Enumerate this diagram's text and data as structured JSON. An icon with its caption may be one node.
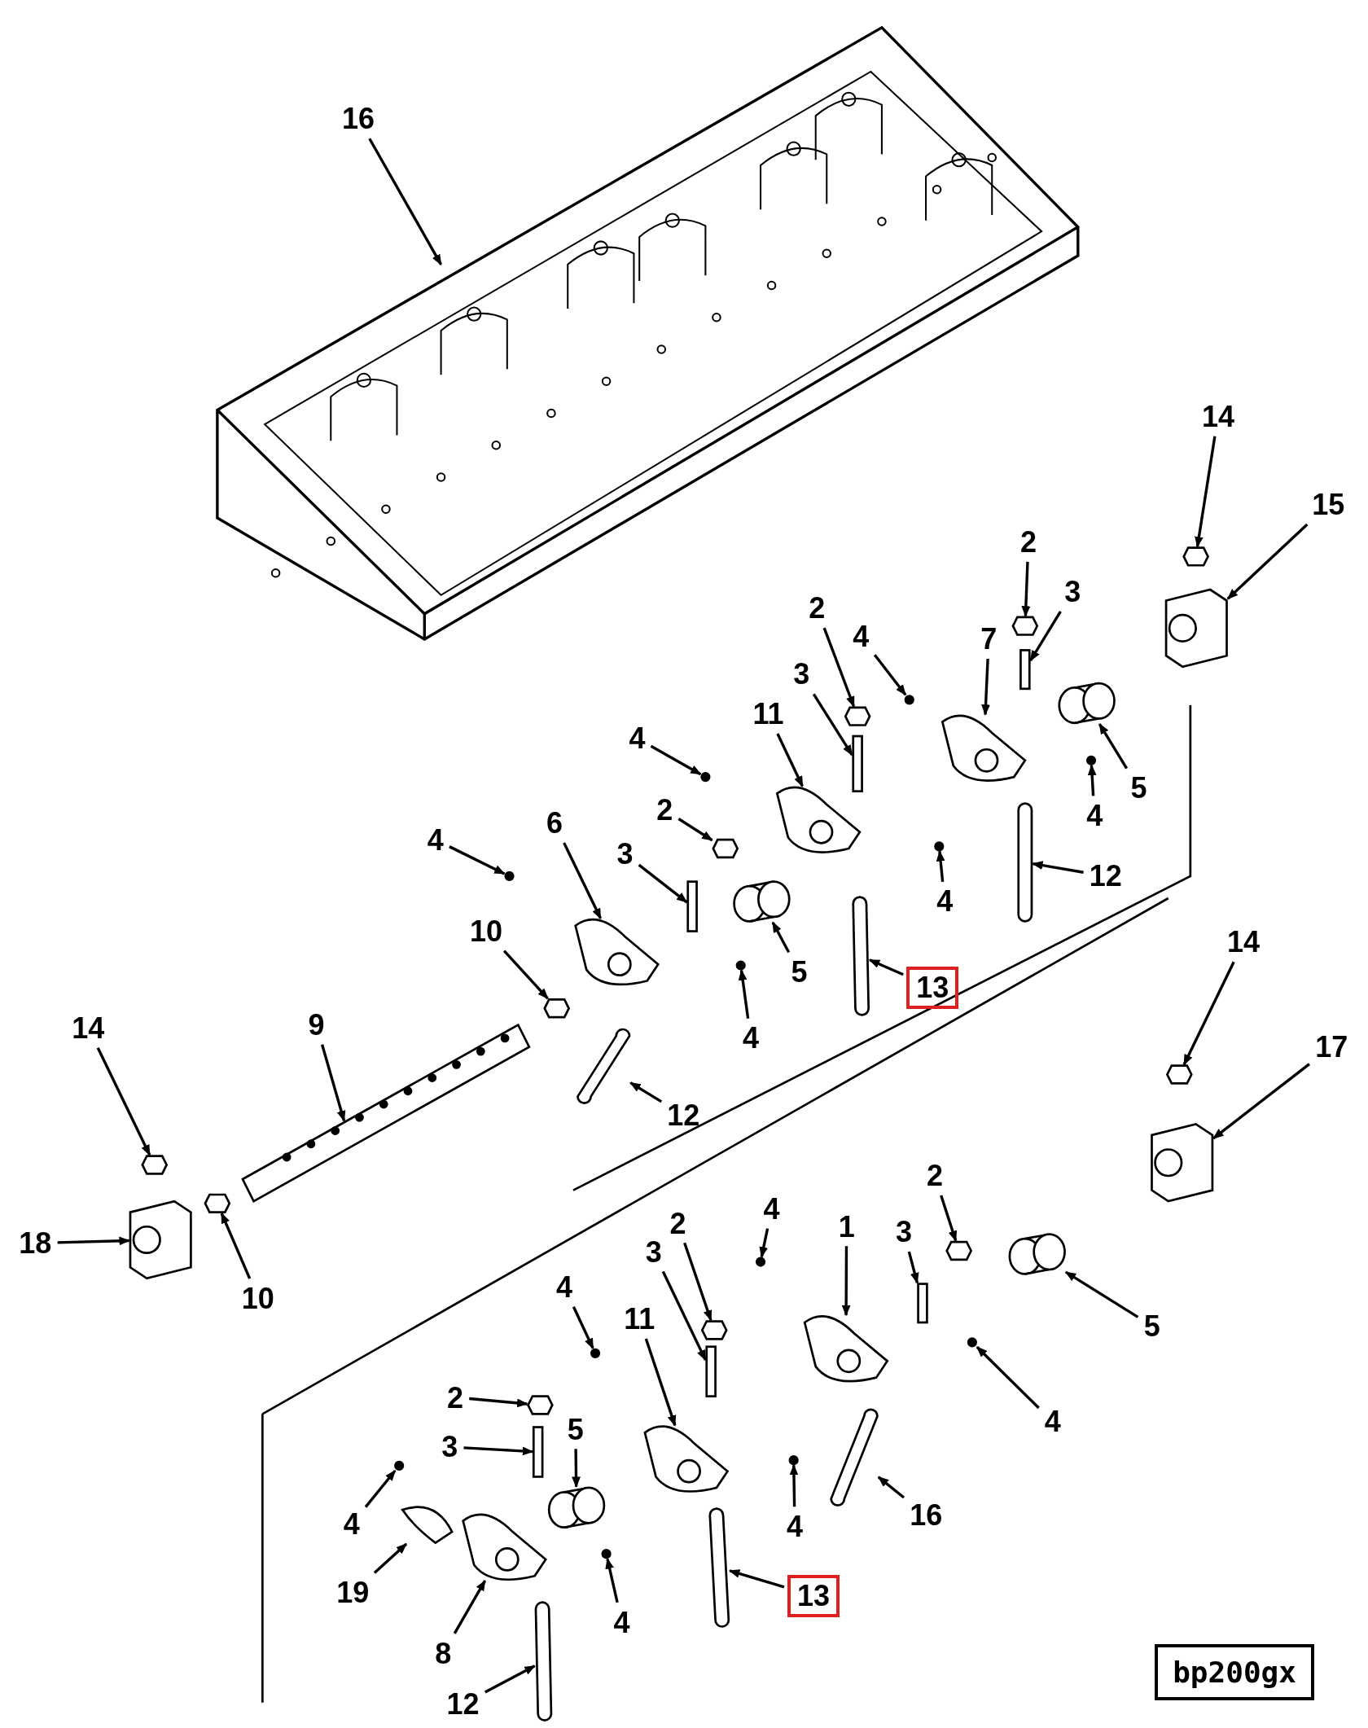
{
  "diagram": {
    "nodes": [
      {
        "text": [
          "16"
        ]
      },
      {
        "text": [
          "14"
        ]
      },
      {
        "text": [
          "15"
        ]
      },
      {
        "text": [
          "2"
        ]
      },
      {
        "text": [
          "3"
        ]
      },
      {
        "text": [
          "7"
        ]
      },
      {
        "text": [
          "2"
        ]
      },
      {
        "text": [
          "4"
        ]
      },
      {
        "text": [
          "3"
        ]
      },
      {
        "text": [
          "11"
        ]
      },
      {
        "text": [
          "4"
        ]
      },
      {
        "text": [
          "5"
        ]
      },
      {
        "text": [
          "4"
        ]
      },
      {
        "text": [
          "2"
        ]
      },
      {
        "text": [
          "6"
        ]
      },
      {
        "text": [
          "4"
        ]
      },
      {
        "text": [
          "3"
        ]
      },
      {
        "text": [
          "4"
        ]
      },
      {
        "text": [
          "12"
        ]
      },
      {
        "text": [
          "5"
        ]
      },
      {
        "text": [
          "13"
        ]
      },
      {
        "text": [
          "10"
        ]
      },
      {
        "text": [
          "4"
        ]
      },
      {
        "text": [
          "14"
        ]
      },
      {
        "text": [
          "17"
        ]
      },
      {
        "text": [
          "14"
        ]
      },
      {
        "text": [
          "9"
        ]
      },
      {
        "text": [
          "12"
        ]
      },
      {
        "text": [
          "18"
        ]
      },
      {
        "text": [
          "10"
        ]
      },
      {
        "text": [
          "2"
        ]
      },
      {
        "text": [
          "4"
        ]
      },
      {
        "text": [
          "1"
        ]
      },
      {
        "text": [
          "3"
        ]
      },
      {
        "text": [
          "2"
        ]
      },
      {
        "text": [
          "3"
        ]
      },
      {
        "text": [
          "4"
        ]
      },
      {
        "text": [
          "11"
        ]
      },
      {
        "text": [
          "5"
        ]
      },
      {
        "text": [
          "4"
        ]
      },
      {
        "text": [
          "2"
        ]
      },
      {
        "text": [
          "3"
        ]
      },
      {
        "text": [
          "5"
        ]
      },
      {
        "text": [
          "4"
        ]
      },
      {
        "text": [
          "4"
        ]
      },
      {
        "text": [
          "16"
        ]
      },
      {
        "text": [
          "19"
        ]
      },
      {
        "text": [
          "13"
        ]
      },
      {
        "text": [
          "4"
        ]
      },
      {
        "text": [
          "8"
        ]
      },
      {
        "text": [
          "12"
        ]
      },
      {
        "text": [],
        "shape": "picture"
      },
      {
        "text": [],
        "shape": "hexagon"
      },
      {
        "text": [],
        "shape": "picture"
      },
      {
        "text": [],
        "shape": "hexagon"
      },
      {
        "text": [],
        "shape": "bar"
      },
      {
        "text": [],
        "shape": "picture"
      },
      {
        "text": [],
        "shape": "hexagon"
      },
      {
        "text": [],
        "shape": "circle"
      },
      {
        "text": [],
        "shape": "bar"
      },
      {
        "text": [],
        "shape": "picture"
      },
      {
        "text": [],
        "shape": "circle"
      },
      {
        "text": [],
        "shape": "cylinder"
      },
      {
        "text": [],
        "shape": "circle"
      },
      {
        "text": [],
        "shape": "hexagon"
      },
      {
        "text": [],
        "shape": "picture"
      },
      {
        "text": [],
        "shape": "circle"
      },
      {
        "text": [],
        "shape": "bar"
      },
      {
        "text": [],
        "shape": "circle"
      },
      {
        "text": [],
        "shape": "bar"
      },
      {
        "text": [],
        "shape": "cylinder"
      },
      {
        "text": [],
        "shape": "bar"
      },
      {
        "text": [],
        "shape": "hexagon"
      },
      {
        "text": [],
        "shape": "circle"
      },
      {
        "text": [],
        "shape": "hexagon"
      },
      {
        "text": [],
        "shape": "picture"
      },
      {
        "text": [],
        "shape": "hexagon"
      },
      {
        "text": [],
        "shape": "picture"
      },
      {
        "text": [],
        "shape": "bar"
      },
      {
        "text": [],
        "shape": "picture"
      },
      {
        "text": [],
        "shape": "hexagon"
      },
      {
        "text": [],
        "shape": "hexagon"
      },
      {
        "text": [],
        "shape": "circle"
      },
      {
        "text": [],
        "shape": "picture"
      },
      {
        "text": [],
        "shape": "bar"
      },
      {
        "text": [],
        "shape": "hexagon"
      },
      {
        "text": [],
        "shape": "bar"
      },
      {
        "text": [],
        "shape": "circle"
      },
      {
        "text": [],
        "shape": "picture"
      },
      {
        "text": [],
        "shape": "cylinder"
      },
      {
        "text": [],
        "shape": "circle"
      },
      {
        "text": [],
        "shape": "hexagon"
      },
      {
        "text": [],
        "shape": "bar"
      },
      {
        "text": [],
        "shape": "cylinder"
      },
      {
        "text": [],
        "shape": "circle"
      },
      {
        "text": [],
        "shape": "circle"
      },
      {
        "text": [],
        "shape": "bar"
      },
      {
        "text": [],
        "shape": "picture"
      },
      {
        "text": [],
        "shape": "bar"
      },
      {
        "text": [],
        "shape": "circle"
      },
      {
        "text": [],
        "shape": "picture"
      },
      {
        "text": [],
        "shape": "bar"
      }
    ],
    "edges": [
      {
        "from": 0,
        "to": 51,
        "arrow": "to"
      },
      {
        "from": 1,
        "to": 52,
        "arrow": "to"
      },
      {
        "from": 2,
        "to": 53,
        "arrow": "to"
      },
      {
        "from": 3,
        "to": 54,
        "arrow": "to"
      },
      {
        "from": 4,
        "to": 55,
        "arrow": "to"
      },
      {
        "from": 5,
        "to": 56,
        "arrow": "to"
      },
      {
        "from": 6,
        "to": 57,
        "arrow": "to"
      },
      {
        "from": 7,
        "to": 58,
        "arrow": "to"
      },
      {
        "from": 8,
        "to": 59,
        "arrow": "to"
      },
      {
        "from": 9,
        "to": 60,
        "arrow": "to"
      },
      {
        "from": 10,
        "to": 61,
        "arrow": "to"
      },
      {
        "from": 11,
        "to": 62,
        "arrow": "to"
      },
      {
        "from": 12,
        "to": 63,
        "arrow": "to"
      },
      {
        "from": 13,
        "to": 64,
        "arrow": "to"
      },
      {
        "from": 14,
        "to": 65,
        "arrow": "to"
      },
      {
        "from": 15,
        "to": 66,
        "arrow": "to"
      },
      {
        "from": 16,
        "to": 67,
        "arrow": "to"
      },
      {
        "from": 17,
        "to": 68,
        "arrow": "to"
      },
      {
        "from": 18,
        "to": 69,
        "arrow": "to"
      },
      {
        "from": 19,
        "to": 70,
        "arrow": "to"
      },
      {
        "from": 20,
        "to": 71,
        "arrow": "to"
      },
      {
        "from": 21,
        "to": 72,
        "arrow": "to"
      },
      {
        "from": 22,
        "to": 73,
        "arrow": "to"
      },
      {
        "from": 23,
        "to": 74,
        "arrow": "to"
      },
      {
        "from": 24,
        "to": 75,
        "arrow": "to"
      },
      {
        "from": 25,
        "to": 76,
        "arrow": "to"
      },
      {
        "from": 26,
        "to": 77,
        "arrow": "to"
      },
      {
        "from": 27,
        "to": 78,
        "arrow": "to"
      },
      {
        "from": 28,
        "to": 79,
        "arrow": "to"
      },
      {
        "from": 29,
        "to": 80,
        "arrow": "to"
      },
      {
        "from": 30,
        "to": 81,
        "arrow": "to"
      },
      {
        "from": 31,
        "to": 82,
        "arrow": "to"
      },
      {
        "from": 32,
        "to": 83,
        "arrow": "to"
      },
      {
        "from": 33,
        "to": 84,
        "arrow": "to"
      },
      {
        "from": 34,
        "to": 85,
        "arrow": "to"
      },
      {
        "from": 35,
        "to": 86,
        "arrow": "to"
      },
      {
        "from": 36,
        "to": 87,
        "arrow": "to"
      },
      {
        "from": 37,
        "to": 88,
        "arrow": "to"
      },
      {
        "from": 38,
        "to": 89,
        "arrow": "to"
      },
      {
        "from": 39,
        "to": 90,
        "arrow": "to"
      },
      {
        "from": 40,
        "to": 91,
        "arrow": "to"
      },
      {
        "from": 41,
        "to": 92,
        "arrow": "to"
      },
      {
        "from": 42,
        "to": 93,
        "arrow": "to"
      },
      {
        "from": 43,
        "to": 94,
        "arrow": "to"
      },
      {
        "from": 44,
        "to": 95,
        "arrow": "to"
      },
      {
        "from": 45,
        "to": 96,
        "arrow": "to"
      },
      {
        "from": 46,
        "to": 97,
        "arrow": "to"
      },
      {
        "from": 47,
        "to": 98,
        "arrow": "to"
      },
      {
        "from": 48,
        "to": 99,
        "arrow": "to"
      },
      {
        "from": 49,
        "to": 100,
        "arrow": "to"
      },
      {
        "from": 50,
        "to": 101,
        "arrow": "to"
      }
    ],
    "labels": [
      "bp200gx"
    ]
  }
}
